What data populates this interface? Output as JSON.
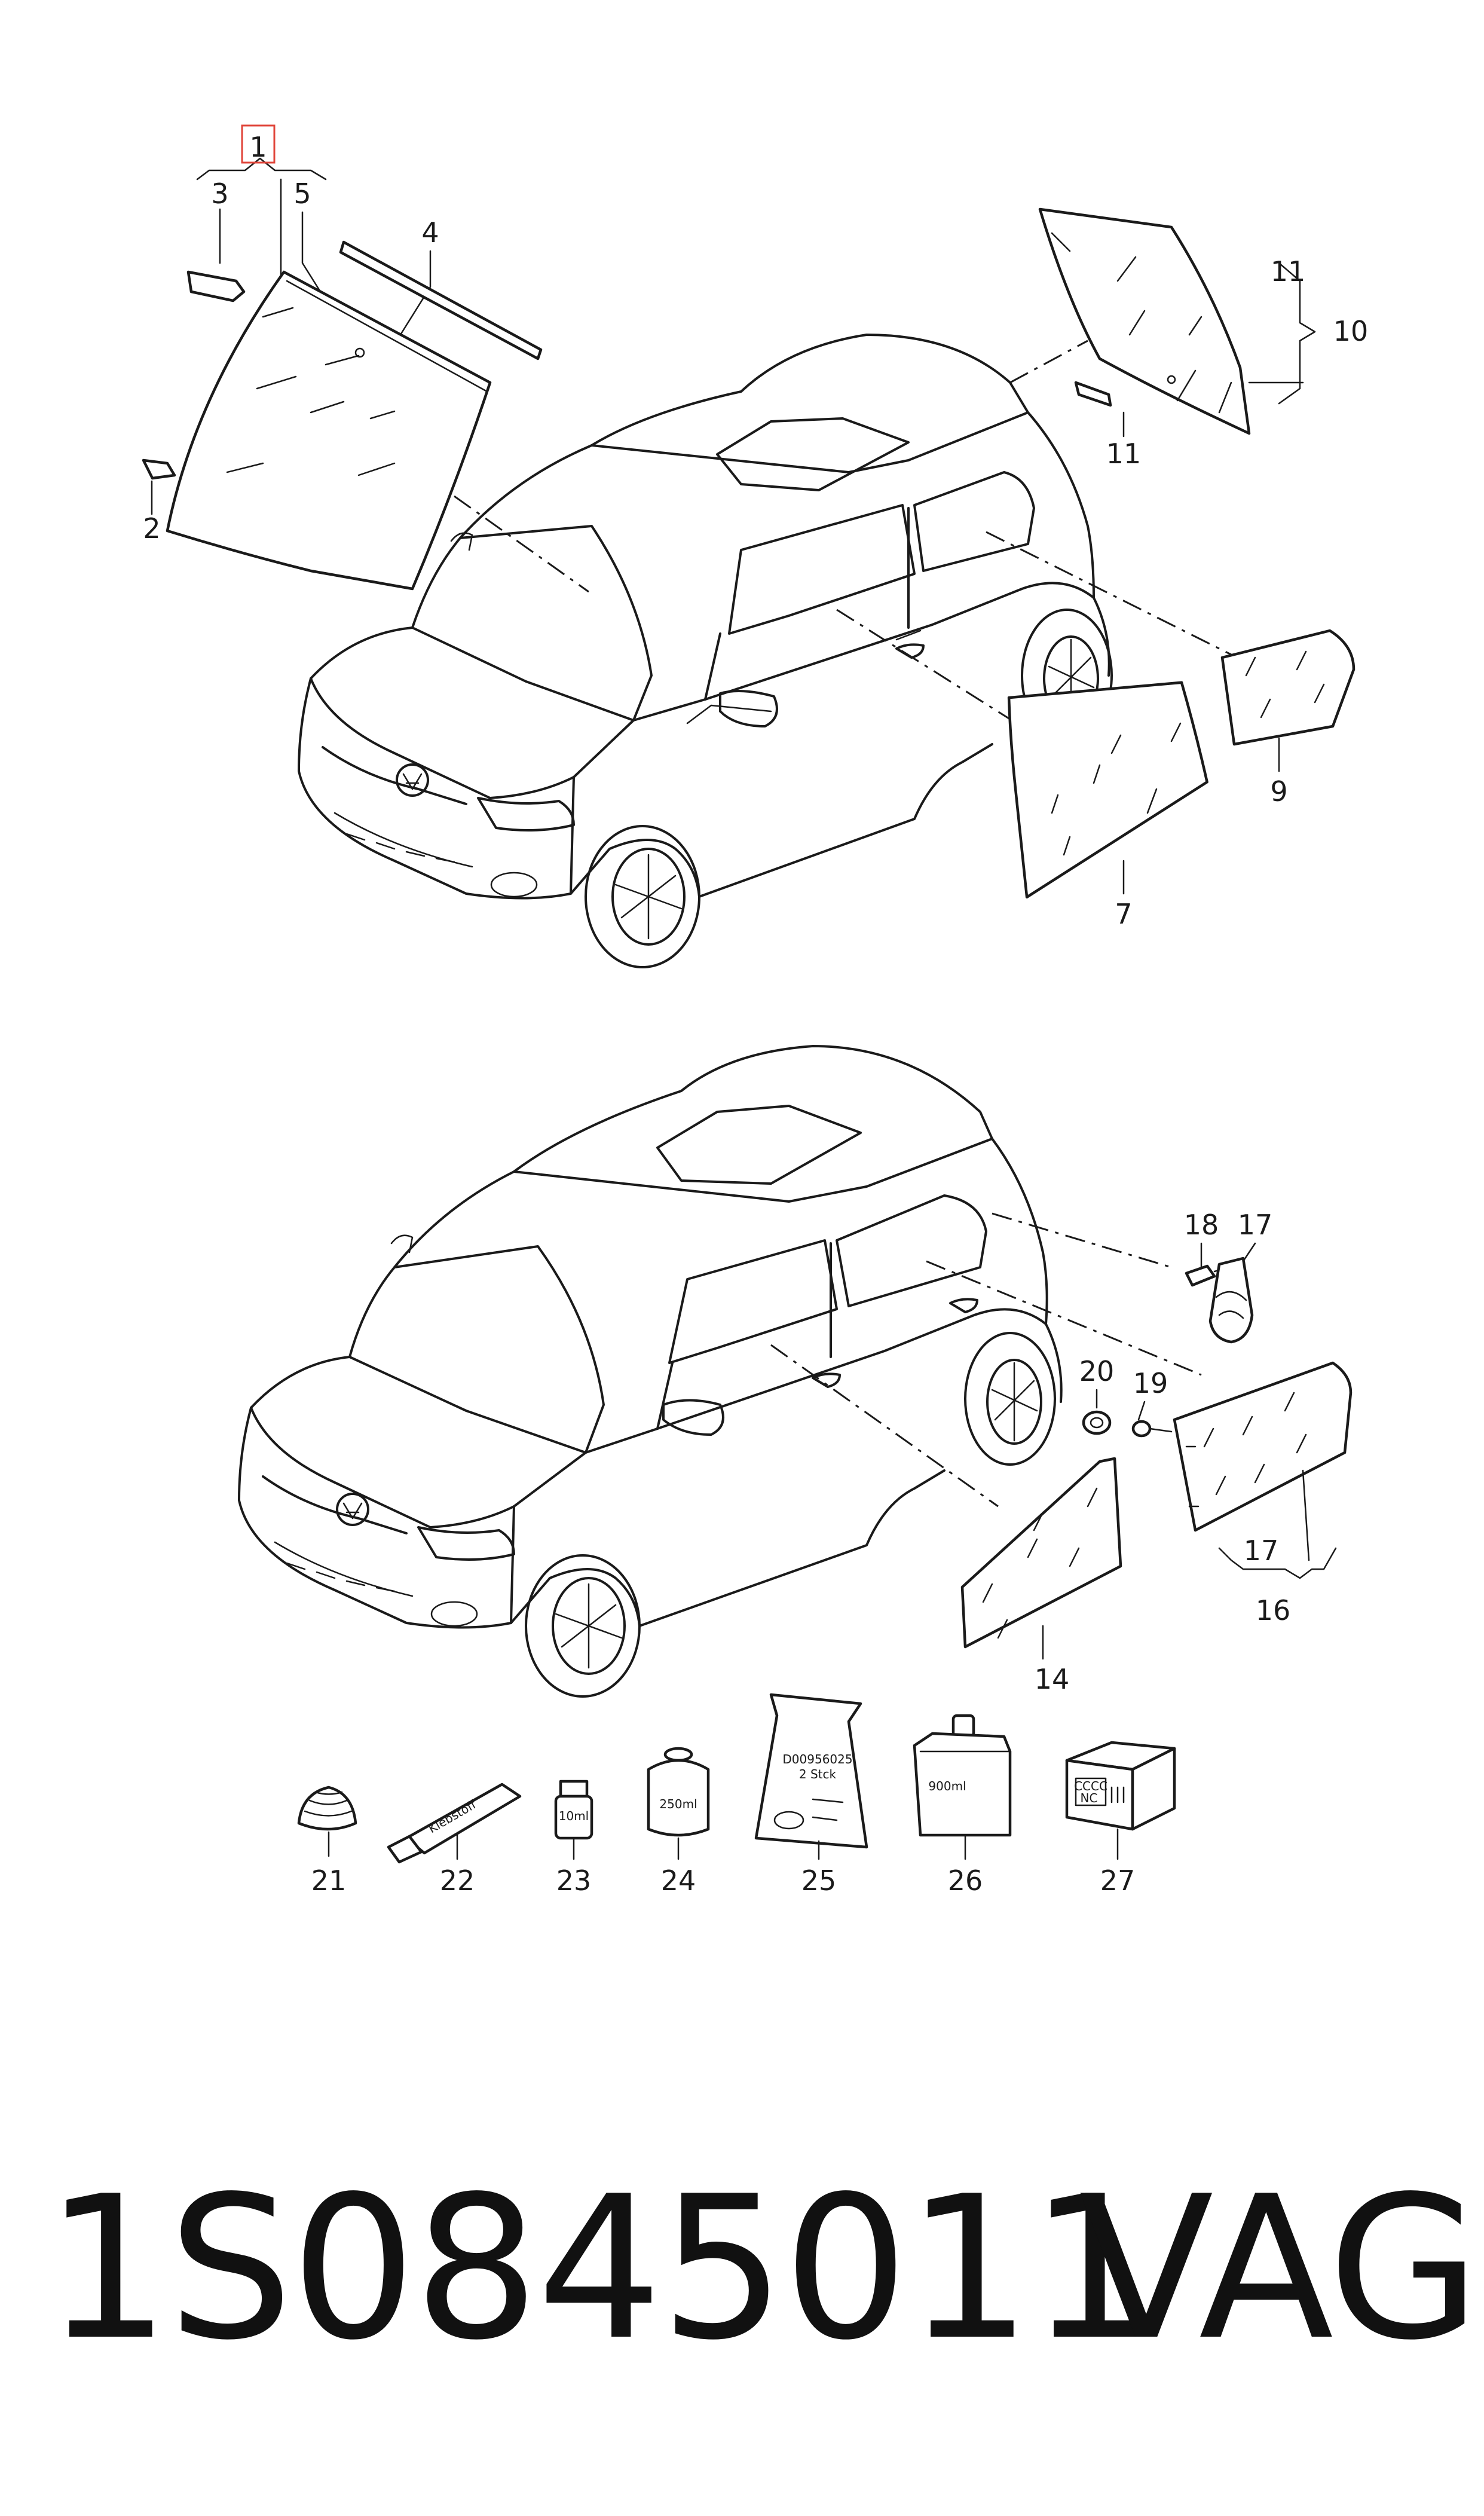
{
  "part_number": "1S0845011",
  "brand": "VAG",
  "callouts": {
    "c1": "1",
    "c2": "2",
    "c3": "3",
    "c4": "4",
    "c5": "5",
    "c7": "7",
    "c9": "9",
    "c10": "10",
    "c11a": "11",
    "c11b": "11",
    "c14": "14",
    "c16": "16",
    "c17a": "17",
    "c17b": "17",
    "c18": "18",
    "c19": "19",
    "c20": "20",
    "c21": "21",
    "c22": "22",
    "c23": "23",
    "c24": "24",
    "c25": "25",
    "c26": "26",
    "c27": "27"
  },
  "package_text": {
    "tube": "Klebstoff",
    "vial": "10ml",
    "can": "250ml",
    "bag_line1": "D00956025",
    "bag_line2": "2 Stck",
    "bottle": "900ml",
    "box_line1": "CCCC",
    "box_line2": "NC"
  },
  "highlight_color": "#e0453a"
}
